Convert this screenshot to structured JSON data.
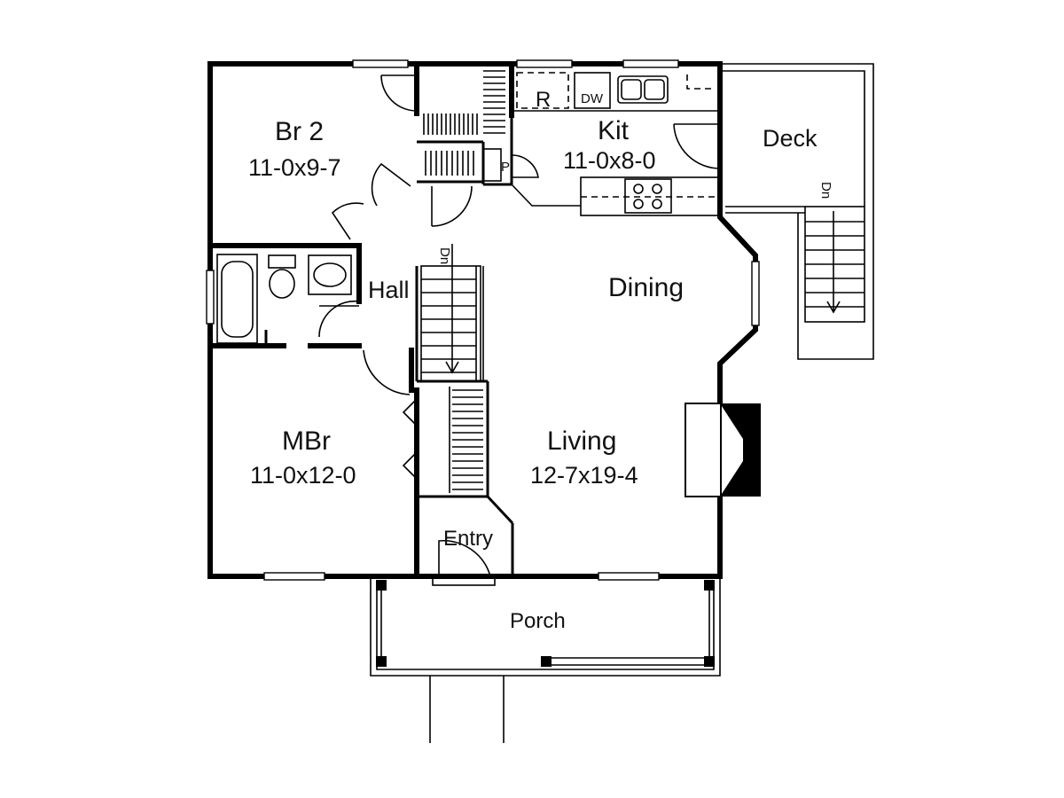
{
  "rooms": {
    "br2": {
      "name": "Br 2",
      "dims": "11-0x9-7"
    },
    "kit": {
      "name": "Kit",
      "dims": "11-0x8-0"
    },
    "deck": {
      "name": "Deck"
    },
    "hall": {
      "name": "Hall"
    },
    "dining": {
      "name": "Dining"
    },
    "mbr": {
      "name": "MBr",
      "dims": "11-0x12-0"
    },
    "living": {
      "name": "Living",
      "dims": "12-7x19-4"
    },
    "entry": {
      "name": "Entry"
    },
    "porch": {
      "name": "Porch"
    }
  },
  "fixtures": {
    "refrigerator": "R",
    "dishwasher": "DW",
    "pantry": "P"
  },
  "stairs": {
    "interior_label": "Dn",
    "deck_label": "Dn"
  }
}
